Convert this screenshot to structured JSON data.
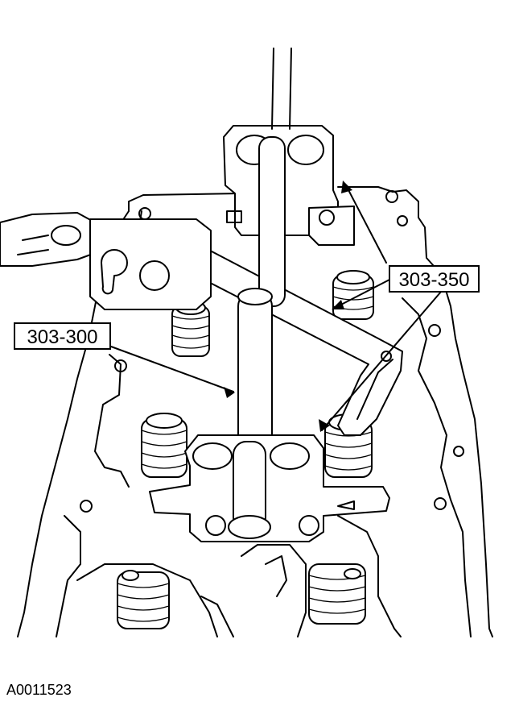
{
  "callouts": {
    "tool_1": "303-350",
    "tool_2": "303-300"
  },
  "figure_id": "A0011523",
  "colors": {
    "line": "#000000",
    "background": "#ffffff"
  }
}
